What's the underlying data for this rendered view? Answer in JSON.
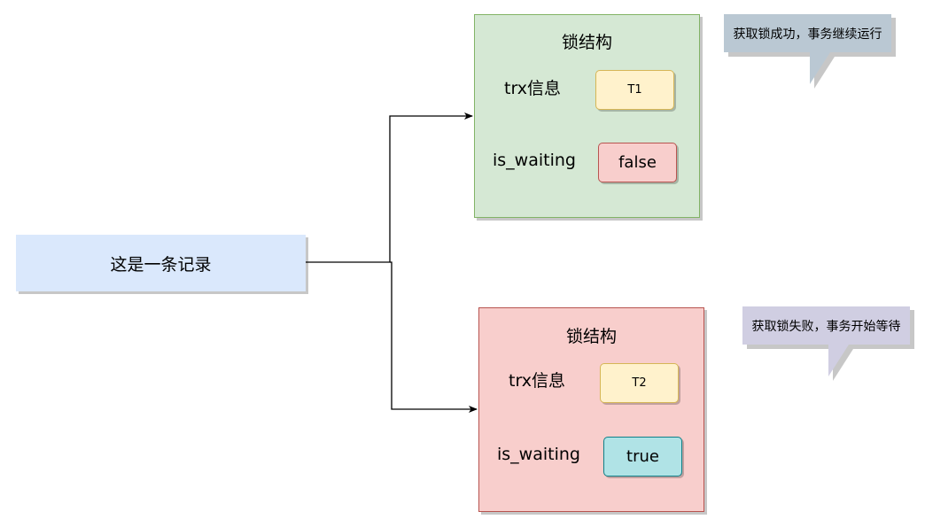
{
  "record": {
    "label": "这是一条记录"
  },
  "locks": [
    {
      "title": "锁结构",
      "trx_label": "trx信息",
      "trx_value": "T1",
      "waiting_label": "is_waiting",
      "waiting_value": "false",
      "fill": "#d5e8d4",
      "stroke": "#82b366"
    },
    {
      "title": "锁结构",
      "trx_label": "trx信息",
      "trx_value": "T2",
      "waiting_label": "is_waiting",
      "waiting_value": "true",
      "fill": "#f8cecc",
      "stroke": "#b85450"
    }
  ],
  "callouts": [
    {
      "text": "获取锁成功，事务继续运行",
      "fill": "#bac8d3"
    },
    {
      "text": "获取锁失败，事务开始等待",
      "fill": "#d0cee2"
    }
  ]
}
